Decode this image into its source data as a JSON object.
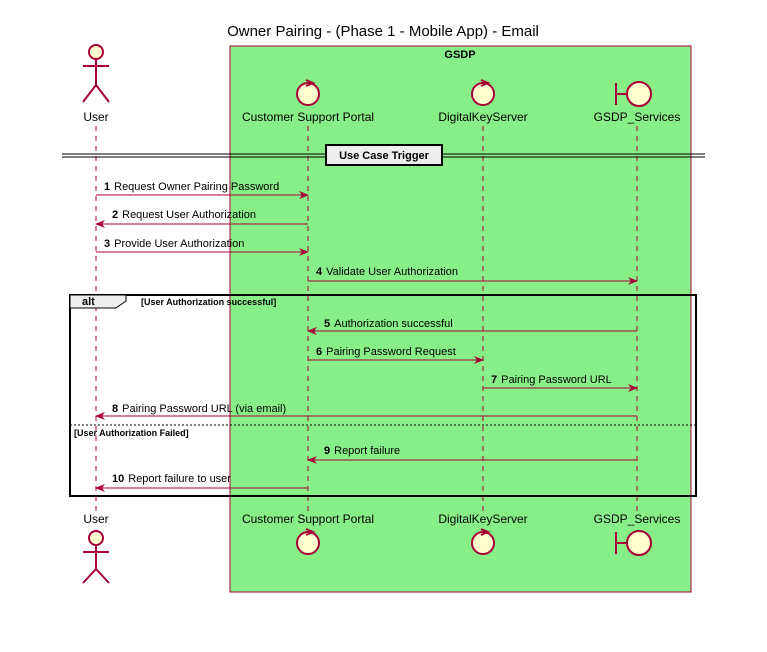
{
  "diagram": {
    "title": "Owner Pairing - (Phase 1 - Mobile App) - Email",
    "box": {
      "label": "GSDP",
      "color": "#88EE88"
    },
    "colors": {
      "line": "#A80036",
      "participant_fill": "#FEFECE",
      "box_border": "#A80036"
    },
    "participants": [
      {
        "key": "user",
        "label": "User",
        "shape": "actor"
      },
      {
        "key": "csp",
        "label": "Customer Support Portal",
        "shape": "control"
      },
      {
        "key": "dks",
        "label": "DigitalKeyServer",
        "shape": "control"
      },
      {
        "key": "gsdp",
        "label": "GSDP_Services",
        "shape": "boundary"
      }
    ],
    "divider": {
      "label": "Use Case Trigger"
    },
    "messages": [
      {
        "num": "1",
        "text": "Request Owner Pairing Password",
        "from": "user",
        "to": "csp"
      },
      {
        "num": "2",
        "text": "Request User Authorization",
        "from": "csp",
        "to": "user"
      },
      {
        "num": "3",
        "text": "Provide User Authorization",
        "from": "user",
        "to": "csp"
      },
      {
        "num": "4",
        "text": "Validate User Authorization",
        "from": "csp",
        "to": "gsdp"
      },
      {
        "num": "5",
        "text": "Authorization successful",
        "from": "gsdp",
        "to": "csp"
      },
      {
        "num": "6",
        "text": "Pairing Password Request",
        "from": "csp",
        "to": "dks"
      },
      {
        "num": "7",
        "text": "Pairing Password URL",
        "from": "dks",
        "to": "gsdp"
      },
      {
        "num": "8",
        "text": "Pairing Password URL (via email)",
        "from": "gsdp",
        "to": "user"
      },
      {
        "num": "9",
        "text": "Report failure",
        "from": "gsdp",
        "to": "csp"
      },
      {
        "num": "10",
        "text": "Report failure to user",
        "from": "csp",
        "to": "user"
      }
    ],
    "fragment": {
      "keyword": "alt",
      "guard": "[User Authorization successful]",
      "else_guard": "[User Authorization Failed]"
    }
  }
}
